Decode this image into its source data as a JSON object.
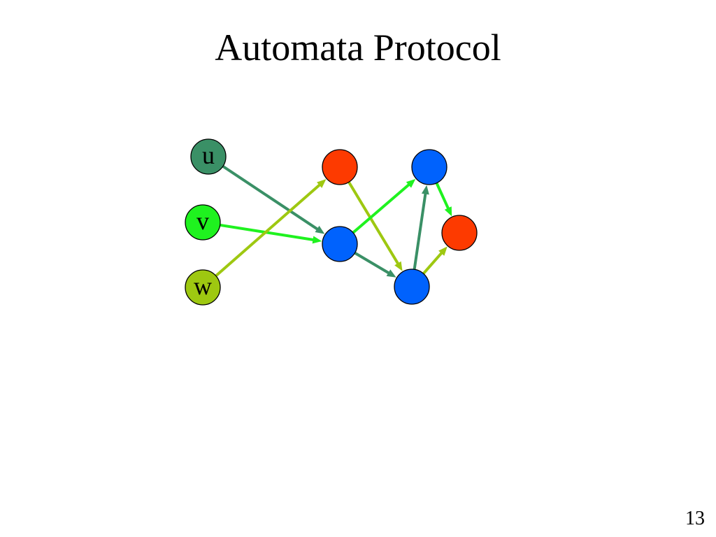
{
  "slide": {
    "title": "Automata Protocol",
    "page_number": "13"
  },
  "colors": {
    "u": "#3a9066",
    "v": "#1ff21f",
    "w": "#9ec811",
    "red_state": "#fd3a00",
    "blue_state": "#0062fd",
    "stroke": "#000000"
  },
  "diagram": {
    "nodes": [
      {
        "id": "u",
        "label": "u",
        "color_key": "u"
      },
      {
        "id": "v",
        "label": "v",
        "color_key": "v"
      },
      {
        "id": "w",
        "label": "w",
        "color_key": "w"
      },
      {
        "id": "r1",
        "label": "",
        "color_key": "red_state"
      },
      {
        "id": "b1",
        "label": "",
        "color_key": "blue_state"
      },
      {
        "id": "b2",
        "label": "",
        "color_key": "blue_state"
      },
      {
        "id": "b3",
        "label": "",
        "color_key": "blue_state"
      },
      {
        "id": "r2",
        "label": "",
        "color_key": "red_state"
      }
    ],
    "edges": [
      {
        "from": "u",
        "to": "b1",
        "color_key": "u"
      },
      {
        "from": "v",
        "to": "b1",
        "color_key": "v"
      },
      {
        "from": "w",
        "to": "r1",
        "color_key": "w"
      },
      {
        "from": "r1",
        "to": "b3",
        "color_key": "w"
      },
      {
        "from": "b1",
        "to": "b2",
        "color_key": "v"
      },
      {
        "from": "b1",
        "to": "b3",
        "color_key": "u"
      },
      {
        "from": "b3",
        "to": "b2",
        "color_key": "u"
      },
      {
        "from": "b2",
        "to": "r2",
        "color_key": "v"
      },
      {
        "from": "b3",
        "to": "r2",
        "color_key": "w"
      }
    ]
  }
}
